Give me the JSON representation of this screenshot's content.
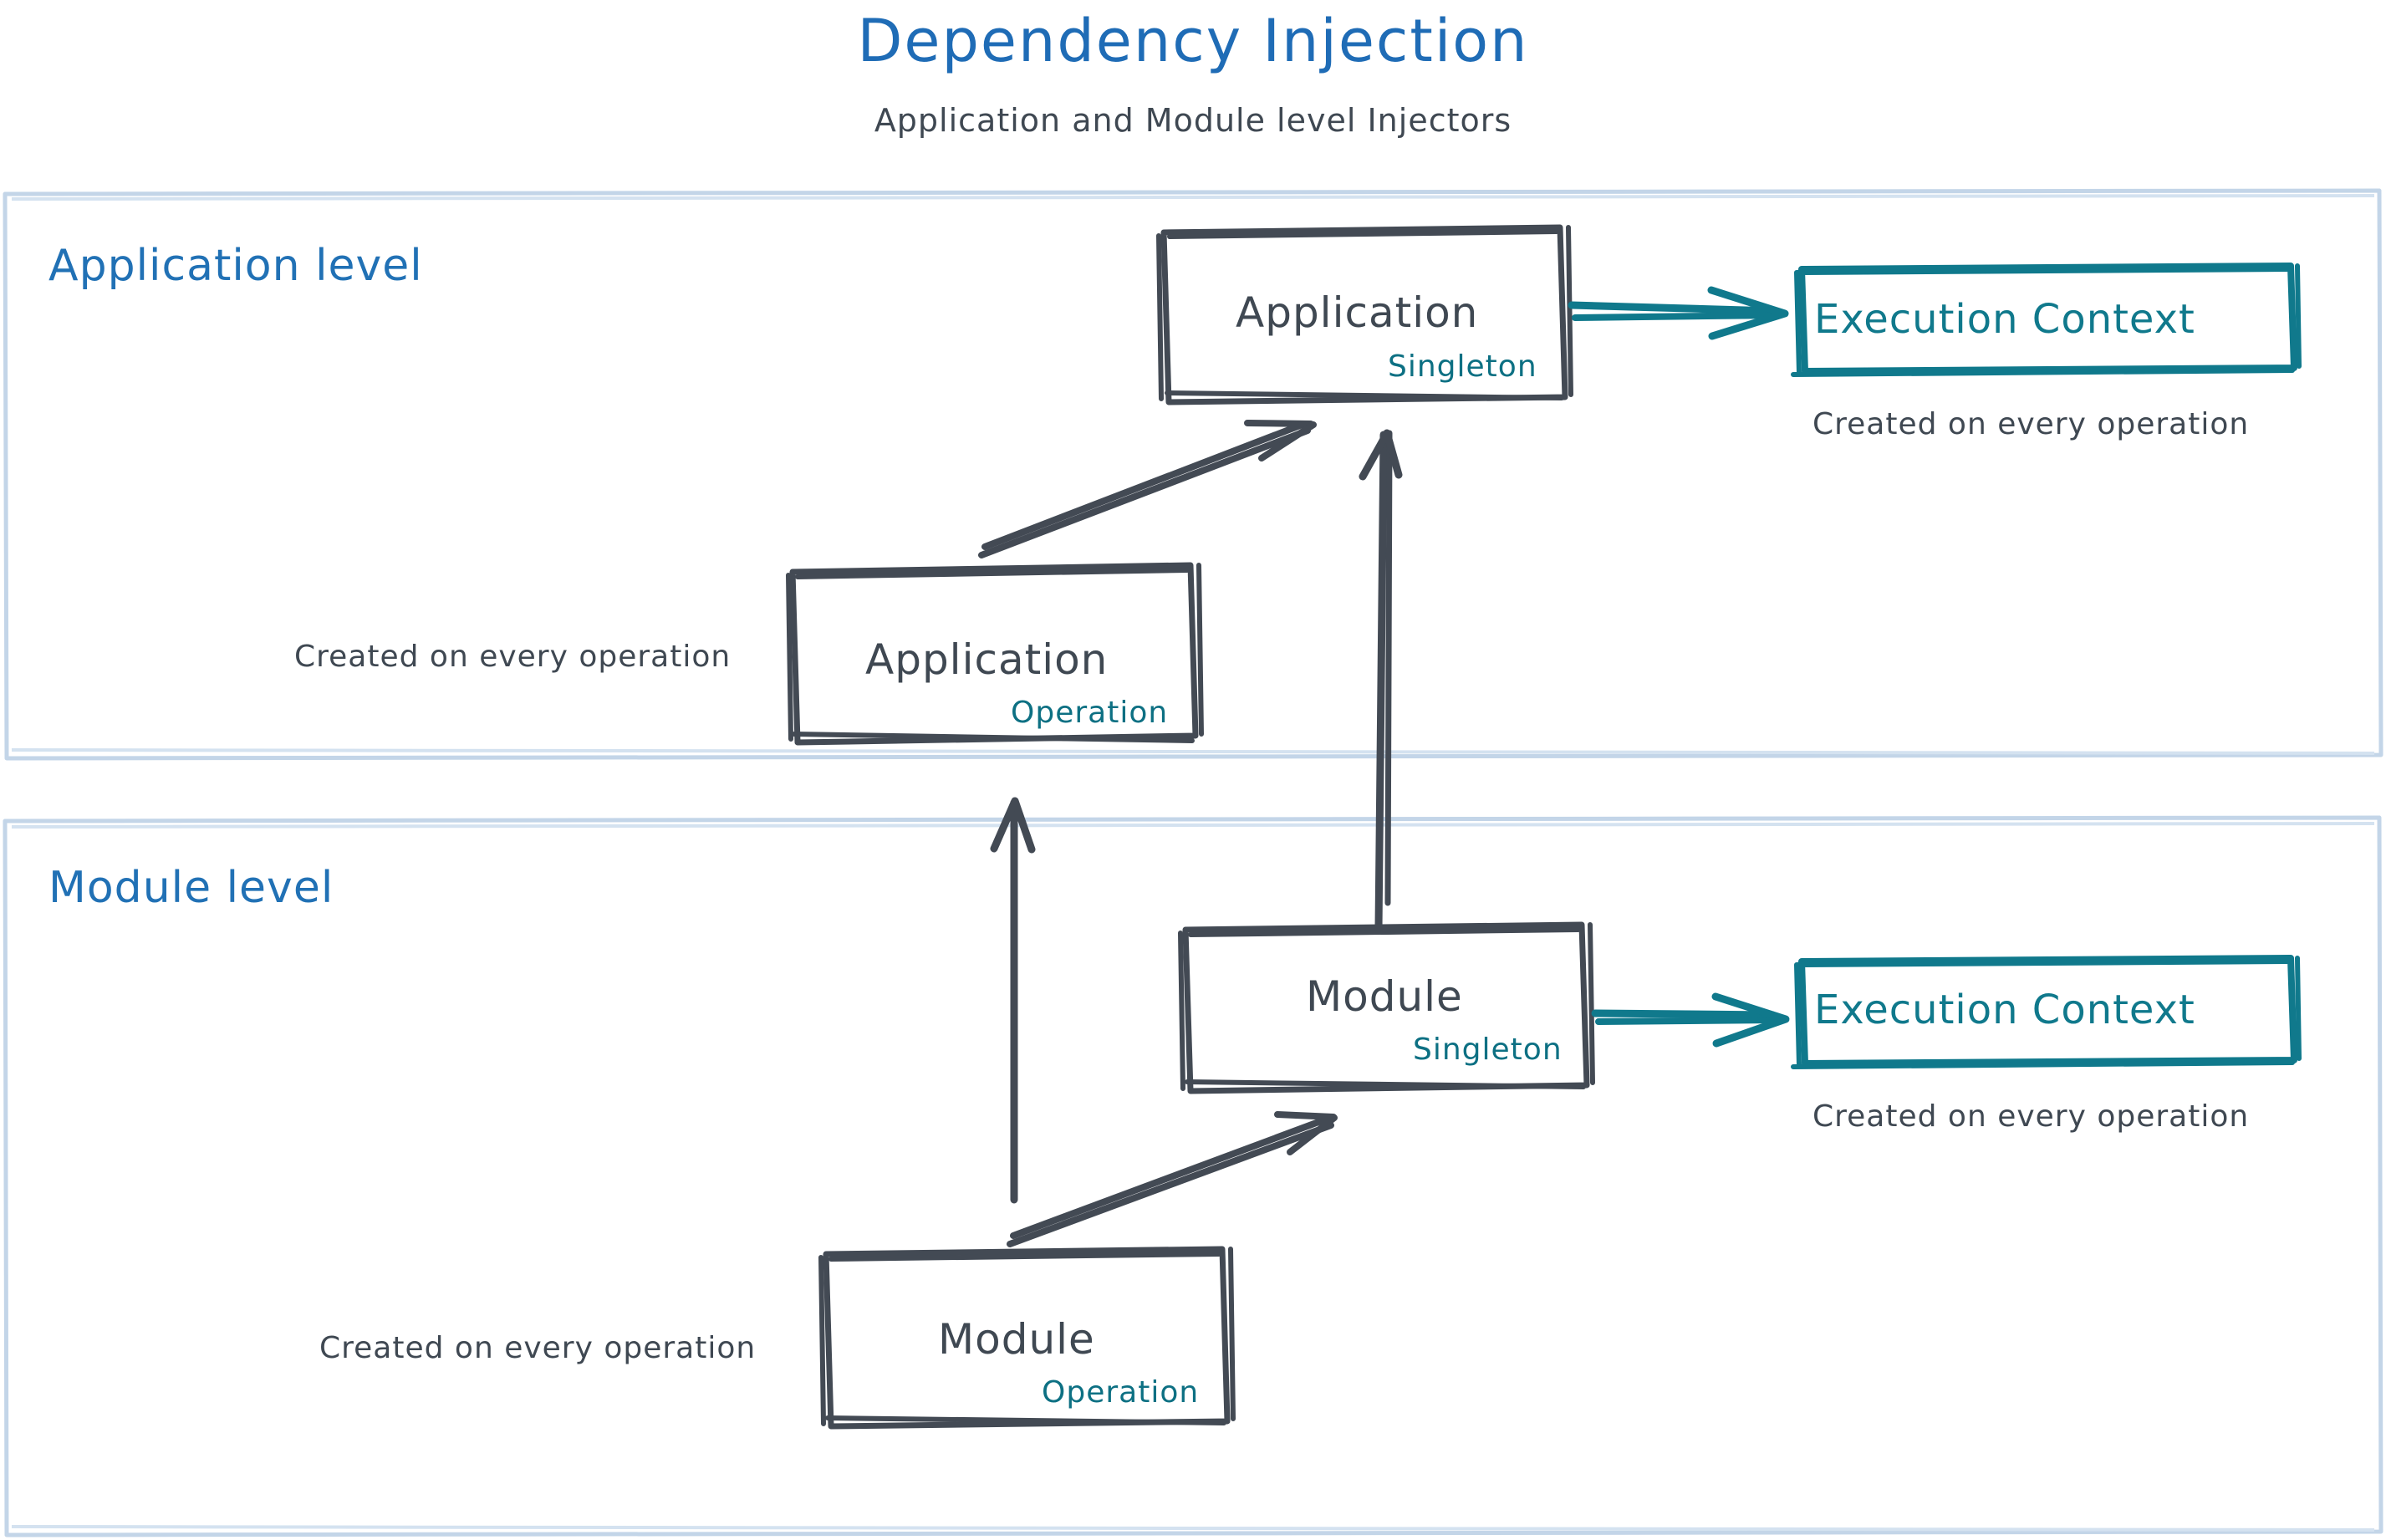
{
  "header": {
    "title": "Dependency Injection",
    "subtitle": "Application and Module level Injectors"
  },
  "colors": {
    "title_blue": "#1f6cb6",
    "section_label_blue": "#2171b5",
    "container_border": "#c3d5e8",
    "node_stroke": "#434a54",
    "node_text": "#3f4852",
    "accent_teal": "#0d7083",
    "background": "#ffffff"
  },
  "sections": [
    {
      "id": "application-level",
      "label": "Application level",
      "nodes": [
        {
          "id": "app-singleton",
          "title": "Application",
          "subtitle": "Singleton",
          "style": "sketch-dark"
        },
        {
          "id": "app-operation",
          "title": "Application",
          "subtitle": "Operation",
          "style": "sketch-dark"
        },
        {
          "id": "ec-app",
          "title": "Execution Context",
          "subtitle": "",
          "style": "sketch-teal"
        }
      ],
      "captions": [
        {
          "id": "cap-ec-app",
          "text": "Created on every operation"
        },
        {
          "id": "cap-app-left",
          "text": "Created on every operation"
        }
      ]
    },
    {
      "id": "module-level",
      "label": "Module level",
      "nodes": [
        {
          "id": "mod-singleton",
          "title": "Module",
          "subtitle": "Singleton",
          "style": "sketch-dark"
        },
        {
          "id": "mod-operation",
          "title": "Module",
          "subtitle": "Operation",
          "style": "sketch-dark"
        },
        {
          "id": "ec-mod",
          "title": "Execution Context",
          "subtitle": "",
          "style": "sketch-teal"
        }
      ],
      "captions": [
        {
          "id": "cap-ec-mod",
          "text": "Created on every operation"
        },
        {
          "id": "cap-mod-left",
          "text": "Created on every operation"
        }
      ]
    }
  ],
  "edges": [
    {
      "id": "app-singleton-to-ec-app",
      "from": "app-singleton",
      "to": "ec-app",
      "color": "teal",
      "style": "double-line"
    },
    {
      "id": "app-operation-to-app-singleton",
      "from": "app-operation",
      "to": "app-singleton",
      "color": "dark",
      "style": "double-line"
    },
    {
      "id": "mod-singleton-to-app-singleton",
      "from": "mod-singleton",
      "to": "app-singleton",
      "color": "dark",
      "style": "double-line"
    },
    {
      "id": "mod-singleton-to-ec-mod",
      "from": "mod-singleton",
      "to": "ec-mod",
      "color": "teal",
      "style": "double-line"
    },
    {
      "id": "mod-operation-to-mod-singleton",
      "from": "mod-operation",
      "to": "mod-singleton",
      "color": "dark",
      "style": "double-line"
    },
    {
      "id": "mod-operation-to-app-operation",
      "from": "mod-operation",
      "to": "app-operation",
      "color": "dark",
      "style": "single-line"
    }
  ]
}
